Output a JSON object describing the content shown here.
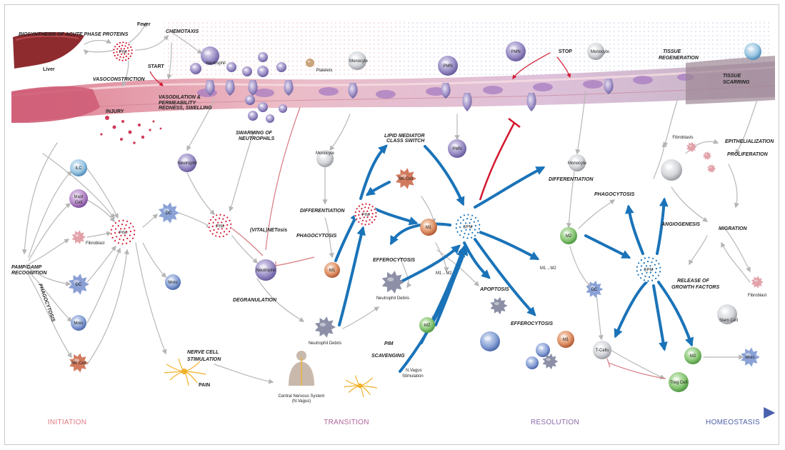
{
  "labels": {
    "liver_caption": "BIOSYNTHESIS OF ACUTE PHASE PROTEINS",
    "liver": "Liver",
    "fever": "Fever",
    "chemotaxis": "CHEMOTAXIS",
    "start": "START",
    "vasoconstriction": "VASOCONSTRICTION",
    "vasodilation_1": "VASODILATION &",
    "vasodilation_2": "PERMEABILITY",
    "vasodilation_3": "REDNESS, SWELLING",
    "injury": "INJURY",
    "swarming_1": "SWARMING OF",
    "swarming_2": "NEUTROPHILS",
    "lipid_1": "LIPID MEDIATOR",
    "lipid_2": "CLASS SWITCH",
    "stop": "STOP",
    "tissue_regeneration_1": "TISSUE",
    "tissue_regeneration_2": "REGENERATION",
    "tissue_scarring_1": "TISSUE",
    "tissue_scarring_2": "SCARRING",
    "pamp_1": "PAMP/DAMP",
    "pamp_2": "RECOGNITION",
    "phagocytosis_vert": "PHAGOCYTOSIS",
    "vitalnetosis": "(VITAL)NETosis",
    "differentiation_1": "DIFFERENTIATION",
    "phagocytosis_1": "PHAGOCYTOSIS",
    "efferocytosis_1": "EFFEROCYTOSIS",
    "degranulation": "DEGRANULATION",
    "pim_scavenging_1": "PIM",
    "pim_scavenging_2": "SCAVENGING",
    "apoptosis": "APOPTOSIS",
    "efferocytosis_2": "EFFEROCYTOSIS",
    "differentiation_2": "DIFFERENTIATION",
    "phagocytosis_2": "PHAGOCYTOSIS",
    "angiogenesis": "ANGIOGENESIS",
    "migration": "MIGRATION",
    "release_1": "RELEASE OF",
    "release_2": "GROWTH FACTORS",
    "epithelialization": "EPITHELIALIZATION",
    "proliferation": "PROLIFERATION",
    "nerve_1": "NERVE CELL",
    "nerve_2": "STIMULATION",
    "pain": "PAIN",
    "cns_1": "Central Nervous System",
    "cns_2": "(N.Vagus)",
    "nvagus_1": "N.Vagus",
    "nvagus_2": "Stimulation",
    "m1_m2_a": "M1→M2",
    "m1_m2_b": "M1→M2"
  },
  "cells": {
    "neutrophil_top": "Neutrophil",
    "platelets": "Platelets",
    "monocyte_top": "Monocyte",
    "pmn_1": "PMN",
    "pmn_2": "PMN",
    "monocyte_top2": "Monocyte",
    "pmn_3": "PMN",
    "ilc": "ILC",
    "mast_1": "Mast",
    "mast_2": "Cell",
    "fibroblast_left": "Fibroblast",
    "dc_left": "DC",
    "mres_left": "Mres",
    "nk_left": "NK Cell",
    "neutrophil_mid": "Neutrophil",
    "dc_mid": "DC",
    "mres_mid": "Mres",
    "neutrophil_center": "Neutrophil",
    "monocyte_center": "Monocyte",
    "nk_center": "NK Cell",
    "m1_center": "M1",
    "m1_lower": "M1",
    "neutrophil_debris_1": "Neutrophil Debris",
    "neutrophil_debris_2": "Neutrophil Debris",
    "m2_center": "M2",
    "monocyte_right": "Monocyte",
    "m2_right": "M2",
    "dc_right": "DC",
    "t_cells": "T-Cells",
    "treg": "Treg Cell",
    "m1_right": "M1",
    "fibroblasts_right": "Fibroblasts",
    "fibroblast_right": "Fibroblast",
    "stem_cell": "Stem Cell",
    "m2_far": "M2",
    "mres_far": "Mres"
  },
  "hubs": {
    "pim_top": "PIM",
    "pim_left": "PIM",
    "pim_mid": "PIM",
    "pim_center": "PIM",
    "spm_center": "SPM",
    "spm_right": "SPM"
  },
  "phases": {
    "initiation": "INITIATION",
    "transition": "TRANSITION",
    "resolution": "RESOLUTION",
    "homeostasis": "HOMEOSTASIS"
  },
  "colors": {
    "red": "#d3182f",
    "blue": "#1a73b8",
    "grey_arrow": "#b8b8b8",
    "initiation": "#e07880",
    "transition": "#b2649a",
    "resolution": "#8a6aa8",
    "homeostasis": "#4a5ea8"
  }
}
